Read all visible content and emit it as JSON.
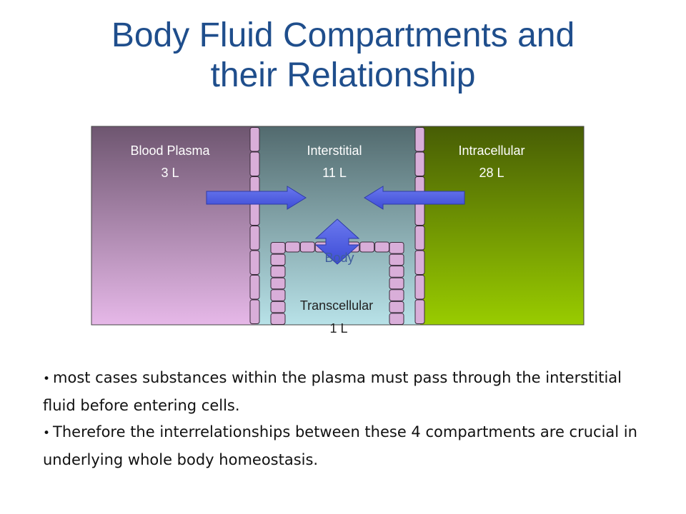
{
  "slide": {
    "title_lines": [
      "Body Fluid Compartments and",
      "their Relationship"
    ]
  },
  "diagram": {
    "compartments": {
      "plasma": {
        "name": "Blood Plasma",
        "volume": "3 L",
        "color_top": "#6e5670",
        "color_bottom": "#e6b8e8"
      },
      "interstitial": {
        "name": "Interstitial",
        "volume": "11 L",
        "color_top": "#526a6e",
        "color_bottom": "#b8e2e8"
      },
      "intracellular": {
        "name": "Intracellular",
        "volume": "28 L",
        "color_top": "#475d05",
        "color_bottom": "#99cc00"
      },
      "transcellular": {
        "name": "Transcellular",
        "volume": "1 L"
      }
    },
    "body_label": "Body",
    "membrane_color": "#d9aed9",
    "arrow_color": "#4f5fe0"
  },
  "bullets": [
    "most cases substances within the plasma must pass through the interstitial fluid before entering cells.",
    "Therefore the interrelationships between these 4 compartments are crucial in underlying whole body homeostasis."
  ]
}
